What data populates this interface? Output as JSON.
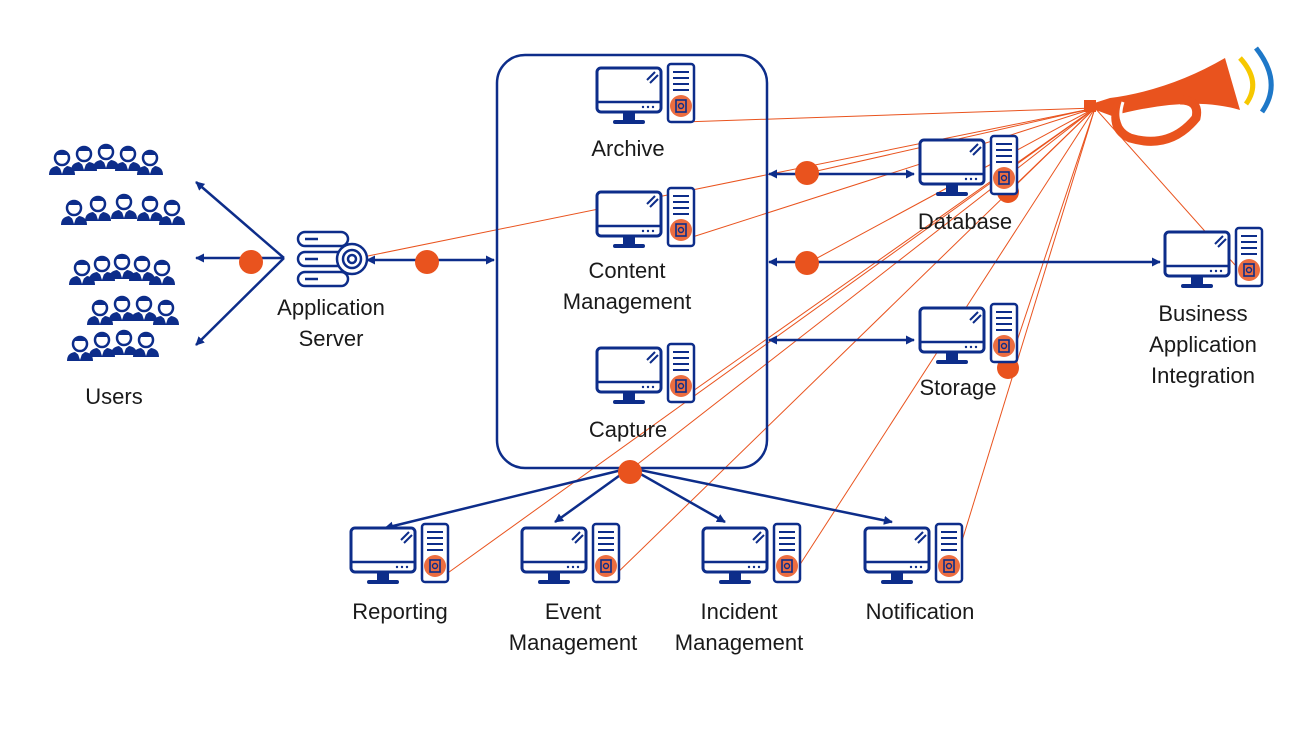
{
  "colors": {
    "primary": "#0d2d8a",
    "accent": "#e9531e",
    "horn_wave_yellow": "#f6c800",
    "horn_wave_blue": "#1e78c8"
  },
  "nodes": {
    "users": {
      "label": "Users",
      "icon": "users-group-icon"
    },
    "app_server": {
      "label_lines": [
        "Application",
        "Server"
      ],
      "icon": "gear-server-icon"
    },
    "archive": {
      "label": "Archive",
      "icon": "workstation-icon"
    },
    "content_mgmt": {
      "label_lines": [
        "Content",
        "Management"
      ],
      "icon": "workstation-icon"
    },
    "capture": {
      "label": "Capture",
      "icon": "workstation-icon"
    },
    "database": {
      "label": "Database",
      "icon": "workstation-icon"
    },
    "storage": {
      "label": "Storage",
      "icon": "workstation-icon"
    },
    "business": {
      "label_lines": [
        "Business",
        "Application",
        "Integration"
      ],
      "icon": "workstation-icon"
    },
    "reporting": {
      "label": "Reporting",
      "icon": "workstation-icon"
    },
    "event_mgmt": {
      "label_lines": [
        "Event",
        "Management"
      ],
      "icon": "workstation-icon"
    },
    "incident_mgmt": {
      "label_lines": [
        "Incident",
        "Management"
      ],
      "icon": "workstation-icon"
    },
    "notification": {
      "label": "Notification",
      "icon": "workstation-icon"
    },
    "horn": {
      "icon": "trumpet-horn-icon"
    }
  }
}
